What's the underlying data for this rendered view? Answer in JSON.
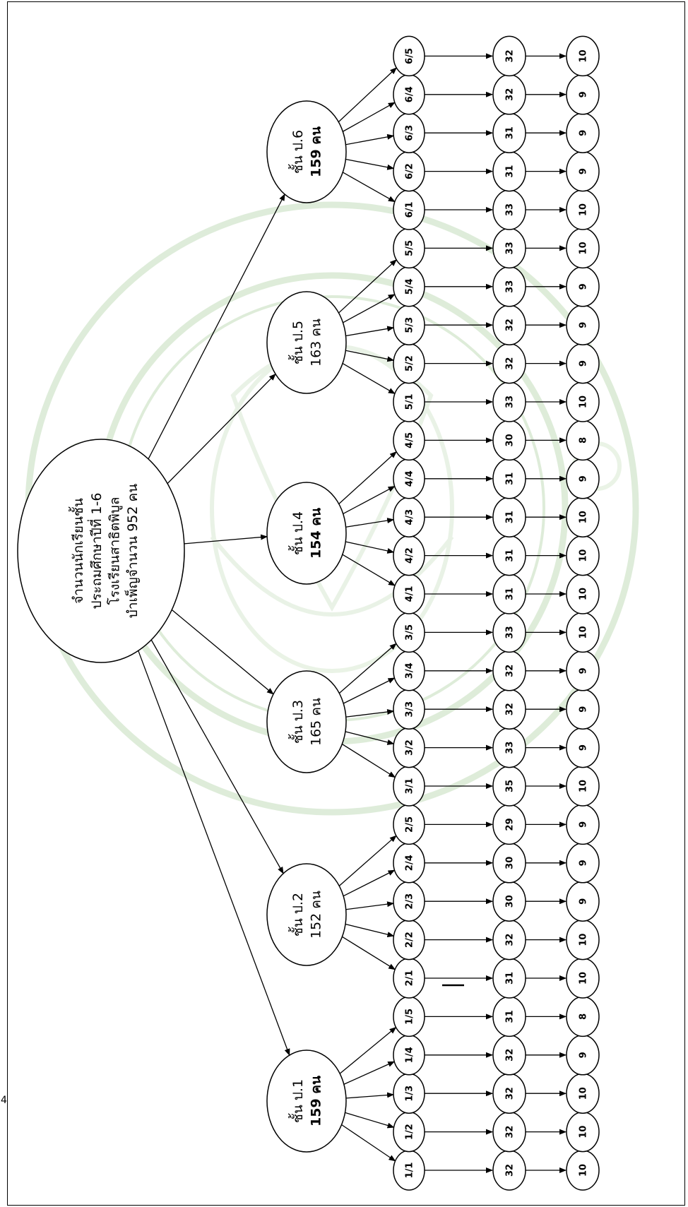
{
  "page_number": "4",
  "root": {
    "lines": [
      "จำนวนนักเรียนชั้น",
      "ประถมศึกษาปีที่ 1-6",
      "โรงเรียนสาธิตพิบูล",
      "บำเพ็ญจำนวน 952 คน"
    ]
  },
  "grades": [
    {
      "name": "ชั้น ป.1",
      "count": "159 คน",
      "bold_count": true,
      "classes": [
        {
          "room": "1/1",
          "students": "32",
          "sample": "10"
        },
        {
          "room": "1/2",
          "students": "32",
          "sample": "10"
        },
        {
          "room": "1/3",
          "students": "32",
          "sample": "10"
        },
        {
          "room": "1/4",
          "students": "32",
          "sample": "9"
        },
        {
          "room": "1/5",
          "students": "31",
          "sample": "8"
        }
      ]
    },
    {
      "name": "ชั้น ป.2",
      "count": "152 คน",
      "bold_count": false,
      "classes": [
        {
          "room": "2/1",
          "students": "31",
          "sample": "10"
        },
        {
          "room": "2/2",
          "students": "32",
          "sample": "10"
        },
        {
          "room": "2/3",
          "students": "30",
          "sample": "9"
        },
        {
          "room": "2/4",
          "students": "30",
          "sample": "9"
        },
        {
          "room": "2/5",
          "students": "29",
          "sample": "9"
        }
      ]
    },
    {
      "name": "ชั้น ป.3",
      "count": "165 คน",
      "bold_count": false,
      "classes": [
        {
          "room": "3/1",
          "students": "35",
          "sample": "10"
        },
        {
          "room": "3/2",
          "students": "33",
          "sample": "9"
        },
        {
          "room": "3/3",
          "students": "32",
          "sample": "9"
        },
        {
          "room": "3/4",
          "students": "32",
          "sample": "9"
        },
        {
          "room": "3/5",
          "students": "33",
          "sample": "10"
        }
      ]
    },
    {
      "name": "ชั้น ป.4",
      "count": "154 คน",
      "bold_count": true,
      "classes": [
        {
          "room": "4/1",
          "students": "31",
          "sample": "10"
        },
        {
          "room": "4/2",
          "students": "31",
          "sample": "10"
        },
        {
          "room": "4/3",
          "students": "31",
          "sample": "10"
        },
        {
          "room": "4/4",
          "students": "31",
          "sample": "9"
        },
        {
          "room": "4/5",
          "students": "30",
          "sample": "8"
        }
      ]
    },
    {
      "name": "ชั้น ป.5",
      "count": "163 คน",
      "bold_count": false,
      "classes": [
        {
          "room": "5/1",
          "students": "33",
          "sample": "10"
        },
        {
          "room": "5/2",
          "students": "32",
          "sample": "9"
        },
        {
          "room": "5/3",
          "students": "32",
          "sample": "9"
        },
        {
          "room": "5/4",
          "students": "33",
          "sample": "9"
        },
        {
          "room": "5/5",
          "students": "33",
          "sample": "10"
        }
      ]
    },
    {
      "name": "ชั้น ป.6",
      "count": "159 คน",
      "bold_count": true,
      "classes": [
        {
          "room": "6/1",
          "students": "33",
          "sample": "10"
        },
        {
          "room": "6/2",
          "students": "31",
          "sample": "9"
        },
        {
          "room": "6/3",
          "students": "31",
          "sample": "9"
        },
        {
          "room": "6/4",
          "students": "32",
          "sample": "9"
        },
        {
          "room": "6/5",
          "students": "32",
          "sample": "10"
        }
      ]
    }
  ],
  "colors": {
    "line": "#000000",
    "watermark": "#cfe3c9"
  }
}
